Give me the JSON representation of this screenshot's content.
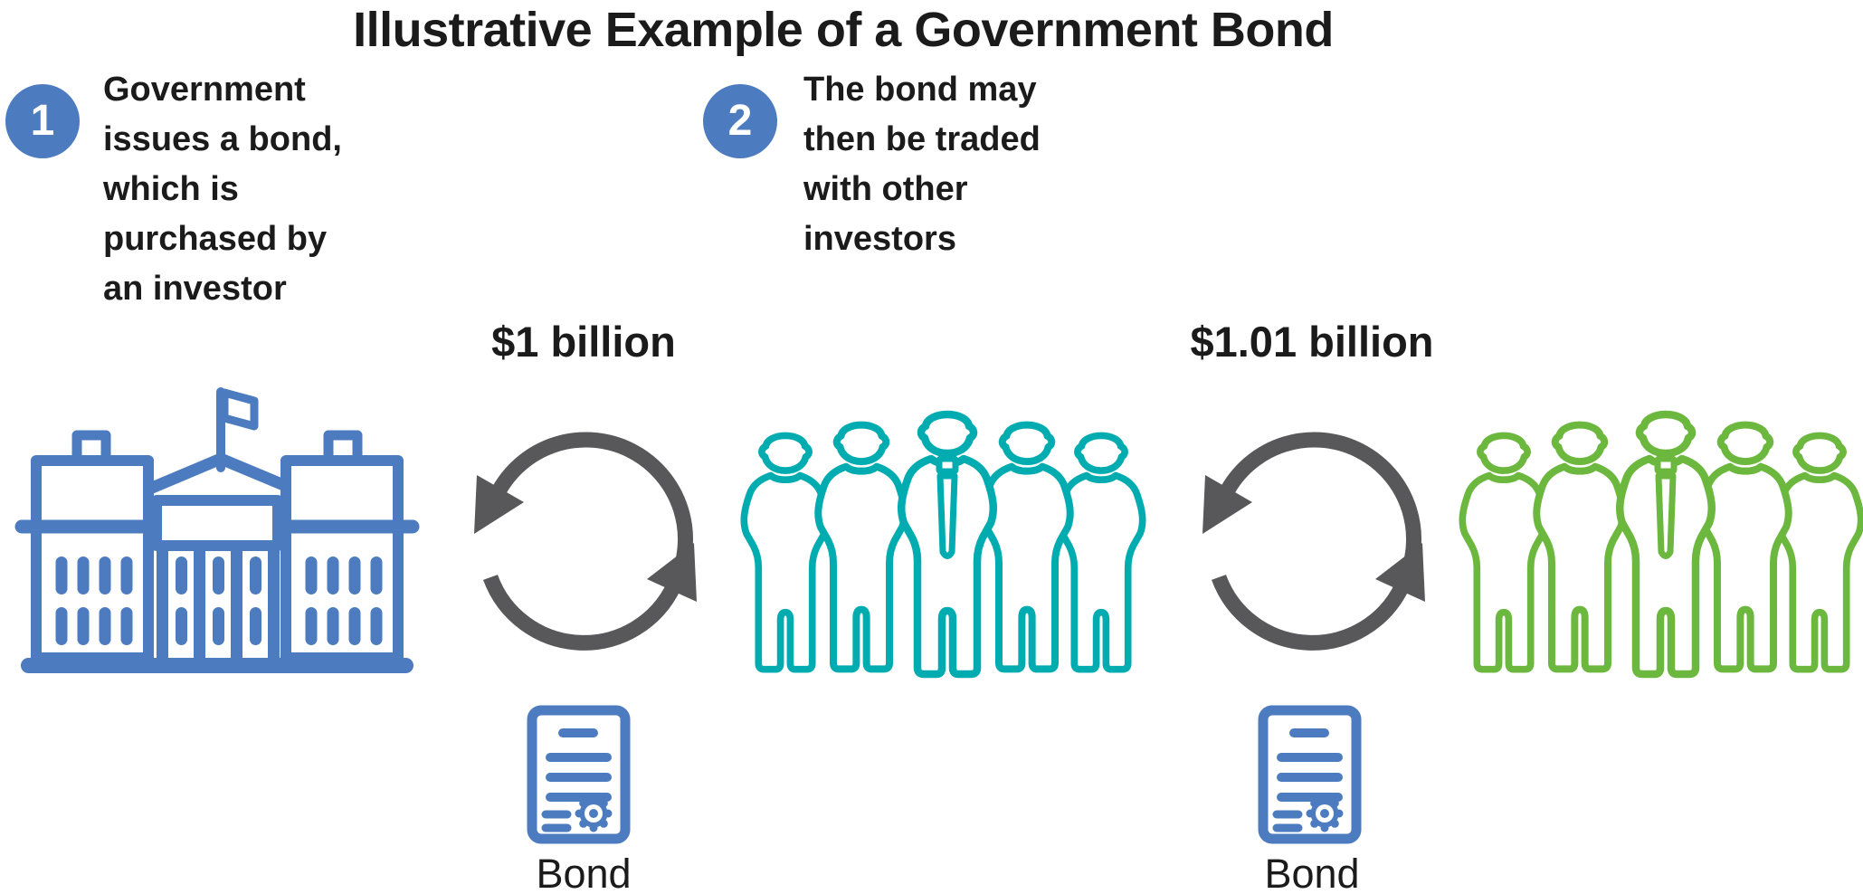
{
  "title": "Illustrative Example of a Government Bond",
  "steps": [
    {
      "number": "1",
      "text": "Government issues a bond, which is purchased by an investor"
    },
    {
      "number": "2",
      "text": "The bond may then be traded with other investors"
    }
  ],
  "exchanges": [
    {
      "amount": "$1 billion",
      "instrument_label": "Bond"
    },
    {
      "amount": "$1.01 billion",
      "instrument_label": "Bond"
    }
  ],
  "entities": {
    "government": {
      "icon": "government-building-icon",
      "color": "#4C7CBF"
    },
    "investors": {
      "icon": "people-group-icon",
      "color": "#00ACB0"
    },
    "other_investors": {
      "icon": "people-group-icon",
      "color": "#6CB83F"
    }
  },
  "icons": {
    "exchange": "cycle-arrows-icon",
    "bond": "bond-certificate-icon"
  },
  "colors": {
    "badge": "#4C7CBF",
    "arrow": "#58585A",
    "bond_icon": "#4C7CBF",
    "text": "#1B1B1B"
  }
}
